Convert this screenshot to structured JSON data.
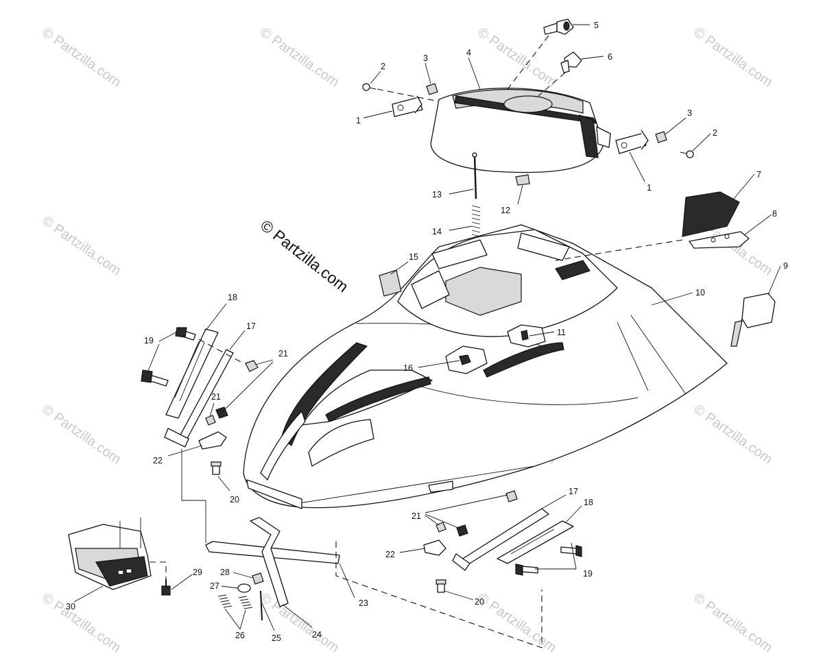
{
  "copyright_text": "© Partzilla.com",
  "watermark_text": "© Partzilla.com",
  "colors": {
    "line": "#111111",
    "watermark": "#c9c9c9",
    "background": "#ffffff"
  },
  "callouts": [
    {
      "id": "c1a",
      "text": "1"
    },
    {
      "id": "c2a",
      "text": "2"
    },
    {
      "id": "c3a",
      "text": "3"
    },
    {
      "id": "c4",
      "text": "4"
    },
    {
      "id": "c5",
      "text": "5"
    },
    {
      "id": "c6",
      "text": "6"
    },
    {
      "id": "c3b",
      "text": "3"
    },
    {
      "id": "c2b",
      "text": "2"
    },
    {
      "id": "c1b",
      "text": "1"
    },
    {
      "id": "c7",
      "text": "7"
    },
    {
      "id": "c8",
      "text": "8"
    },
    {
      "id": "c9",
      "text": "9"
    },
    {
      "id": "c10",
      "text": "10"
    },
    {
      "id": "c11",
      "text": "11"
    },
    {
      "id": "c12",
      "text": "12"
    },
    {
      "id": "c13",
      "text": "13"
    },
    {
      "id": "c14",
      "text": "14"
    },
    {
      "id": "c15",
      "text": "15"
    },
    {
      "id": "c16",
      "text": "16"
    },
    {
      "id": "c17a",
      "text": "17"
    },
    {
      "id": "c18a",
      "text": "18"
    },
    {
      "id": "c19a",
      "text": "19"
    },
    {
      "id": "c21a",
      "text": "21"
    },
    {
      "id": "c21b",
      "text": "21"
    },
    {
      "id": "c22a",
      "text": "22"
    },
    {
      "id": "c20a",
      "text": "20"
    },
    {
      "id": "c17b",
      "text": "17"
    },
    {
      "id": "c18b",
      "text": "18"
    },
    {
      "id": "c21c",
      "text": "21"
    },
    {
      "id": "c22b",
      "text": "22"
    },
    {
      "id": "c19b",
      "text": "19"
    },
    {
      "id": "c20b",
      "text": "20"
    },
    {
      "id": "c23",
      "text": "23"
    },
    {
      "id": "c24",
      "text": "24"
    },
    {
      "id": "c25",
      "text": "25"
    },
    {
      "id": "c26",
      "text": "26"
    },
    {
      "id": "c27",
      "text": "27"
    },
    {
      "id": "c28",
      "text": "28"
    },
    {
      "id": "c29",
      "text": "29"
    },
    {
      "id": "c30",
      "text": "30"
    }
  ]
}
